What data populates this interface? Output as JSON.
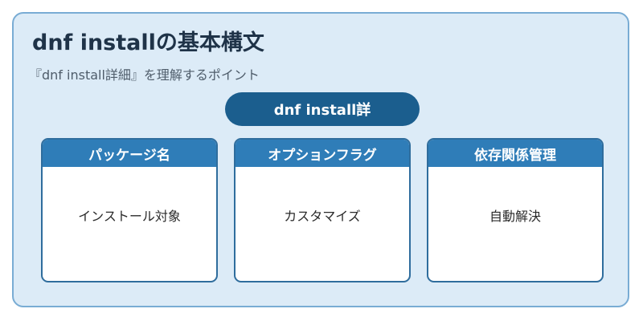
{
  "title": "dnf installの基本構文",
  "subtitle": "『dnf install詳細』を理解するポイント",
  "center": {
    "label": "dnf install詳"
  },
  "cards": [
    {
      "header": "パッケージ名",
      "body": "インストール対象"
    },
    {
      "header": "オプションフラグ",
      "body": "カスタマイズ"
    },
    {
      "header": "依存関係管理",
      "body": "自動解決"
    }
  ],
  "colors": {
    "panel_background": "#dcebf7",
    "panel_border": "#79acd4",
    "pill": "#1b5e8e",
    "card_header": "#2f7db8",
    "card_border": "#2f6d9d"
  }
}
